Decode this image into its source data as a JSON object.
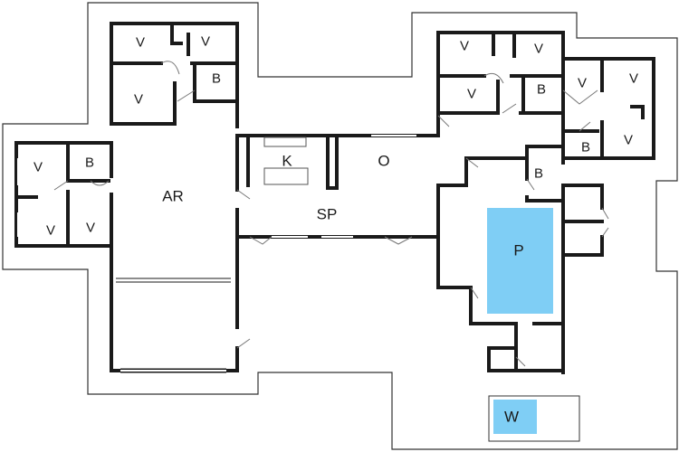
{
  "colors": {
    "wall": "#1a1a1a",
    "outline": "#333333",
    "pool": "#7fcef5",
    "background": "#ffffff"
  },
  "rooms": {
    "v1": "V",
    "v2": "V",
    "v3": "V",
    "b1": "B",
    "ar": "AR",
    "v4": "V",
    "v5": "V",
    "v6": "V",
    "b2": "B",
    "k": "K",
    "o": "O",
    "sp": "SP",
    "v7": "V",
    "v8": "V",
    "v9": "V",
    "b3": "B",
    "v10": "V",
    "v11": "V",
    "v12": "V",
    "b4": "B",
    "b5": "B",
    "p": "P",
    "w": "W"
  }
}
